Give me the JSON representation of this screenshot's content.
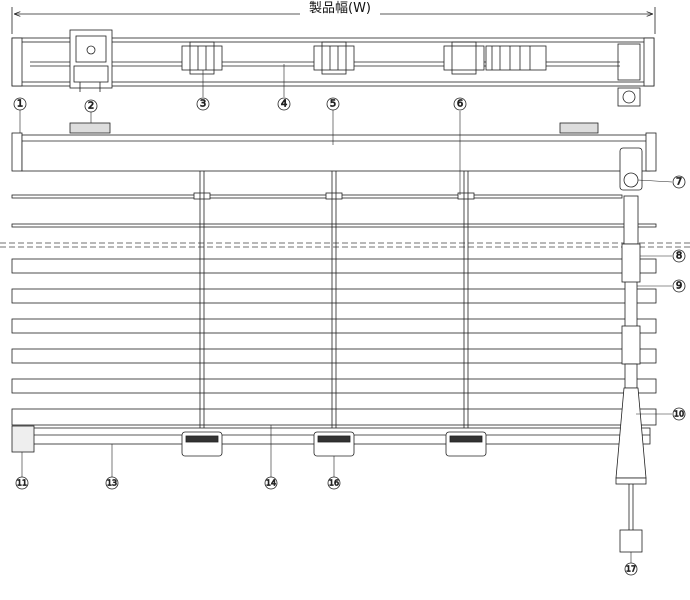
{
  "diagram": {
    "width_label": "製品幅(W)",
    "callouts": {
      "c1": "1",
      "c2": "2",
      "c3": "3",
      "c4": "4",
      "c5": "5",
      "c6": "6",
      "c7": "7",
      "c8": "8",
      "c9": "9",
      "c10": "10",
      "c11": "11",
      "c13": "13",
      "c14": "14",
      "c16": "16",
      "c17": "17"
    }
  }
}
